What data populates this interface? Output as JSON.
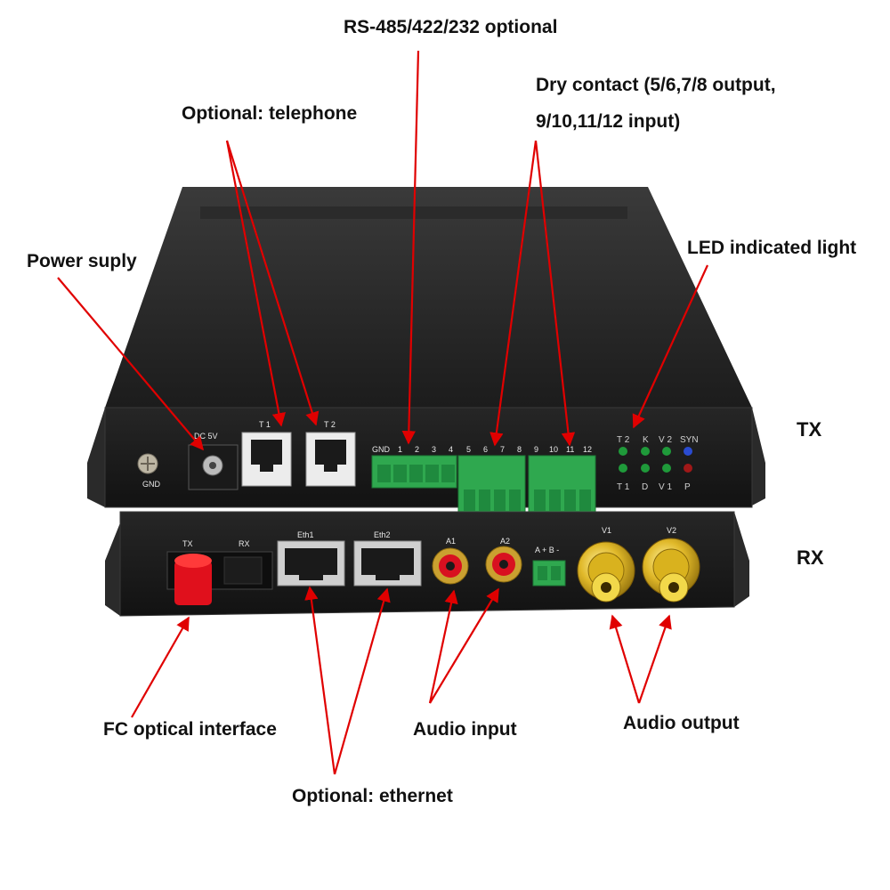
{
  "callouts": {
    "rs485": "RS-485/422/232 optional",
    "telephone": "Optional: telephone",
    "dry_line1": "Dry contact (5/6,7/8 output,",
    "dry_line2": "9/10,11/12 input)",
    "power": "Power suply",
    "led": "LED indicated light",
    "fc": "FC optical interface",
    "audio_in": "Audio input",
    "audio_out": "Audio output",
    "ethernet": "Optional: ethernet"
  },
  "unit_tags": {
    "tx": "TX",
    "rx": "RX"
  },
  "tx_panel": {
    "dc": "DC 5V",
    "gnd": "GND",
    "t1": "T 1",
    "t2": "T 2",
    "term_labels": [
      "GND",
      "1",
      "2",
      "3",
      "4",
      "5",
      "6",
      "7",
      "8",
      "9",
      "10",
      "11",
      "12"
    ],
    "led_top": [
      "T 2",
      "K",
      "V 2",
      "SYN"
    ],
    "led_bottom": [
      "T 1",
      "D",
      "V 1",
      "P"
    ]
  },
  "rx_panel": {
    "tx": "TX",
    "rx": "RX",
    "eth1": "Eth1",
    "eth2": "Eth2",
    "a1": "A1",
    "a2": "A2",
    "ab": "A +   B -",
    "v1": "V1",
    "v2": "V2"
  },
  "colors": {
    "arrow": "#e00000",
    "chassis": "#1e1e1e",
    "terminal": "#2fa84f",
    "fc_cap": "#e0101c",
    "gold": "#d9b21e"
  }
}
